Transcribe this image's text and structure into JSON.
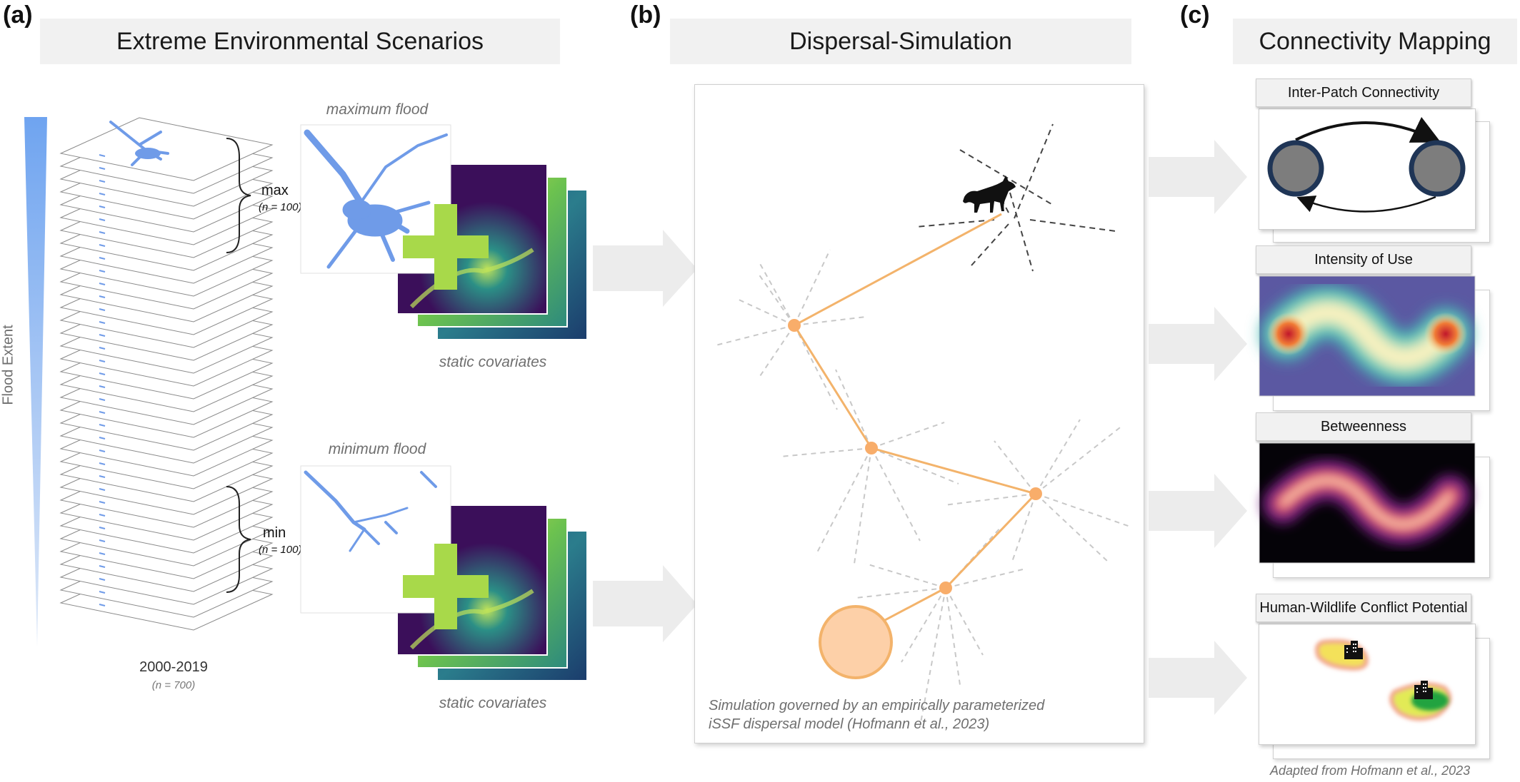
{
  "panels": {
    "a": {
      "label": "(a)",
      "title": "Extreme Environmental Scenarios",
      "axis_label": "Flood Extent",
      "stack_label": "2000-2019",
      "stack_n": "(n = 700)",
      "max_label": "max",
      "max_n": "(n = 100)",
      "min_label": "min",
      "min_n": "(n = 100)",
      "max_flood_label": "maximum flood",
      "min_flood_label": "minimum flood",
      "covariates_label_top": "static covariates",
      "covariates_label_bottom": "static covariates"
    },
    "b": {
      "label": "(b)",
      "title": "Dispersal-Simulation",
      "caption_line1": "Simulation governed by an empirically parameterized",
      "caption_line2": "iSSF dispersal model (Hofmann et al., 2023)"
    },
    "c": {
      "label": "(c)",
      "title": "Connectivity Mapping",
      "cards": [
        {
          "title": "Inter-Patch Connectivity"
        },
        {
          "title": "Intensity of Use"
        },
        {
          "title": "Betweenness"
        },
        {
          "title": "Human-Wildlife Conflict Potential"
        }
      ],
      "credit": "Adapted from Hofmann et al., 2023"
    }
  },
  "colors": {
    "flood_blue": "#6f9be8",
    "plus_green": "#a8d94a",
    "path_orange": "#f3b36b",
    "node_orange": "#f8ad6a",
    "patch_fill": "#2f3b4f",
    "patch_grey": "#7d7d7d",
    "banner_grey": "#f1f1f1",
    "arrow_grey": "#ececec"
  },
  "icons": [
    "wolf-silhouette-icon",
    "building-icon"
  ]
}
